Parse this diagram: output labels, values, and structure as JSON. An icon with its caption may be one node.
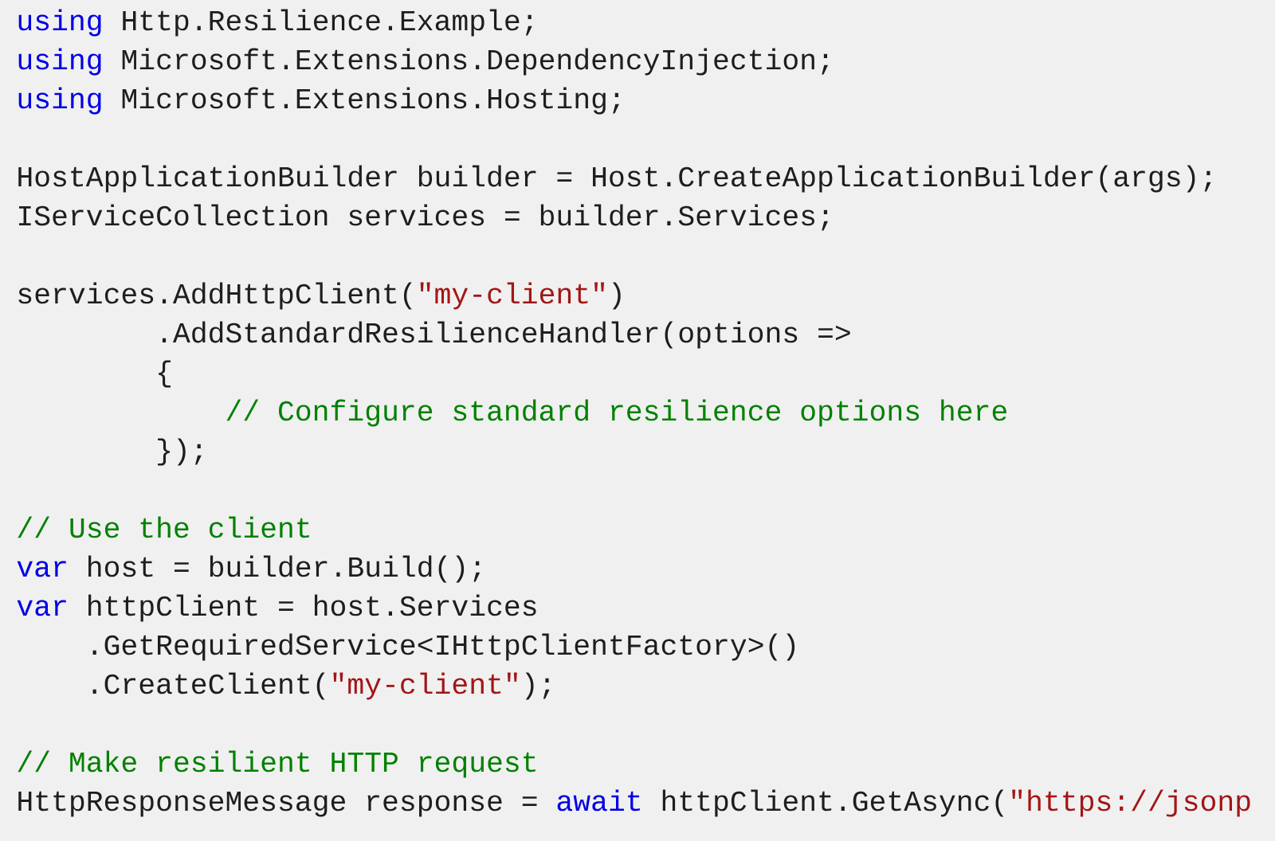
{
  "diagram": {
    "labels": [
      "using",
      "Http.Resilience.Example;",
      "using",
      "Microsoft.Extensions.DependencyInjection;",
      "using",
      "Microsoft.Extensions.Hosting;",
      "HostApplicationBuilder builder = Host.CreateApplicationBuilder(args);",
      "IServiceCollection services = builder.Services;",
      "services.AddHttpClient(",
      "\"my-client\"",
      ")",
      ".AddStandardResilienceHandler(options =>",
      "{",
      "// Configure standard resilience options here",
      "});",
      "// Use the client",
      "var",
      "host = builder.Build();",
      "var",
      "httpClient = host.Services",
      ".GetRequiredService<IHttpClientFactory>()",
      ".CreateClient(",
      "\"my-client\"",
      ");",
      "// Make resilient HTTP request",
      "HttpResponseMessage response =",
      "await",
      "httpClient.GetAsync(",
      "\"https://jsonp"
    ]
  }
}
